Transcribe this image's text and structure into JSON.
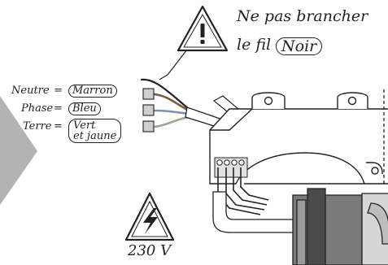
{
  "warning": {
    "line1": "Ne pas brancher",
    "line2_prefix": "le fil",
    "line2_boxed": "Noir"
  },
  "wires": [
    {
      "term": "Neutre",
      "eq": "=",
      "color_label": "Marron",
      "color": "#7a5a3a"
    },
    {
      "term": "Phase",
      "eq": "=",
      "color_label": "Bleu",
      "color": "#7f8fb0"
    },
    {
      "term": "Terre",
      "eq": "=",
      "color_label_line1": "Vert",
      "color_label_line2": "et jaune",
      "color": "#9bab8a"
    }
  ],
  "voltage": {
    "label": "230 V"
  },
  "icons": [
    "exclamation-warning-icon",
    "lightning-warning-icon"
  ],
  "colors": {
    "ink": "#222222",
    "gray_arrow": "#b3b3b3",
    "shade": "#d6d6d6",
    "plug_dark": "#5a5a5a"
  }
}
